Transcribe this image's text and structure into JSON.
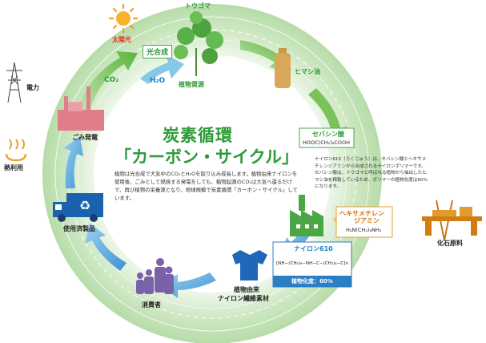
{
  "labels": {
    "sun": "太陽光",
    "sesame": "トウゴマ",
    "plant_resource": "植物資源",
    "photosynthesis": "光合成",
    "co2": "CO₂",
    "h2o": "H₂O",
    "castor_oil": "ヒマシ油",
    "sebacic_acid": "セバシン酸",
    "sebacic_formula": "HOOC(CH₂)₈COOH",
    "hexamethylenediamine": "ヘキサメチレン\nジアミン",
    "hexa_line1": "ヘキサメチレン",
    "hexa_line2": "ジアミン",
    "hexa_formula": "H₂N(CH₂)₆NH₂",
    "fossil": "化石原料",
    "nylon610": "ナイロン610",
    "nylon_formula": "[NH−(CH₂)₆−NH−C−(CH₂)₈−C]n",
    "plant_ratio": "植物化度：60%",
    "fiber_line1": "植物由来",
    "fiber_line2": "ナイロン繊維素材",
    "consumer": "消費者",
    "used_product": "使用済製品",
    "garbage_power": "ごみ発電",
    "electricity": "電力",
    "heat": "熱利用"
  },
  "title": {
    "line1": "炭素循環",
    "line2": "「カーボン・サイクル」"
  },
  "description": "植物は光合成で大気中のCO₂とH₂Oを取り込み成長します。植物由来ナイロンを使用後、ごみとして燃焼する発電をしても、植物起源のCO₂は大気へ還るだけで、再び植物の栄養源となり、地球規模で炭素循環「カーボン・サイクル」しています。",
  "side_description": "ナイロン610（ろくじゅう）は、セバシン酸とヘキサメチレンジアミンから合成されるナイロンポリマーです。セバシン酸は、トウゴマと呼ばれる植物から抽出したヒマシ油を精製しているため、ポリマーの植物化度は60%になります。",
  "colors": {
    "ring_light": "#dcefd3",
    "ring_mid": "#a8d59a",
    "arrow_green": "#6dbd4a",
    "arrow_blue": "#4aa3dc",
    "accent_green": "#2e9a3a",
    "accent_blue": "#1d7ec0",
    "accent_orange": "#e07a1a"
  }
}
